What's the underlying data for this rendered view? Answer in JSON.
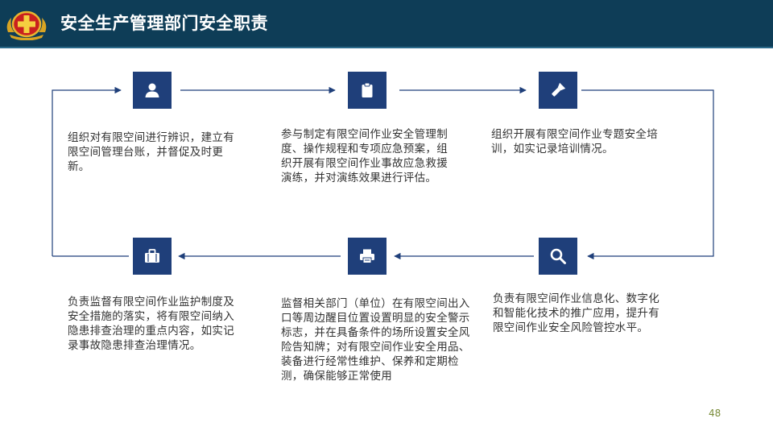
{
  "header": {
    "title": "安全生产管理部门安全职责"
  },
  "steps": [
    {
      "icon": "user-icon",
      "text": "组织对有限空间进行辨识，建立有限空间管理台账，并督促及时更新。"
    },
    {
      "icon": "clipboard-icon",
      "text": "参与制定有限空间作业安全管理制度、操作规程和专项应急预案，组织开展有限空间作业事故应急救援演练，并对演练效果进行评估。"
    },
    {
      "icon": "flashlight-icon",
      "text": "组织开展有限空间作业专题安全培训，如实记录培训情况。"
    },
    {
      "icon": "search-icon",
      "text": "负责有限空间作业信息化、数字化和智能化技术的推广应用，提升有限空间作业安全风险管控水平。"
    },
    {
      "icon": "printer-icon",
      "text": "监督相关部门（单位）在有限空间出入口等周边醒目位置设置明显的安全警示标志，并在具备条件的场所设置安全风险告知牌；对有限空间作业安全用品、装备进行经常性维护、保养和定期检测，确保能够正常使用"
    },
    {
      "icon": "briefcase-icon",
      "text": "负责监督有限空间作业监护制度及安全措施的落实，将有限空间纳入隐患排查治理的重点内容，如实记录事故隐患排查治理情况。"
    }
  ],
  "page_number": "48",
  "colors": {
    "header_bg": "#0e3d57",
    "node_bg": "#1f3f7a",
    "connector": "#1f3f7a",
    "page_number": "#7a8c3a"
  }
}
